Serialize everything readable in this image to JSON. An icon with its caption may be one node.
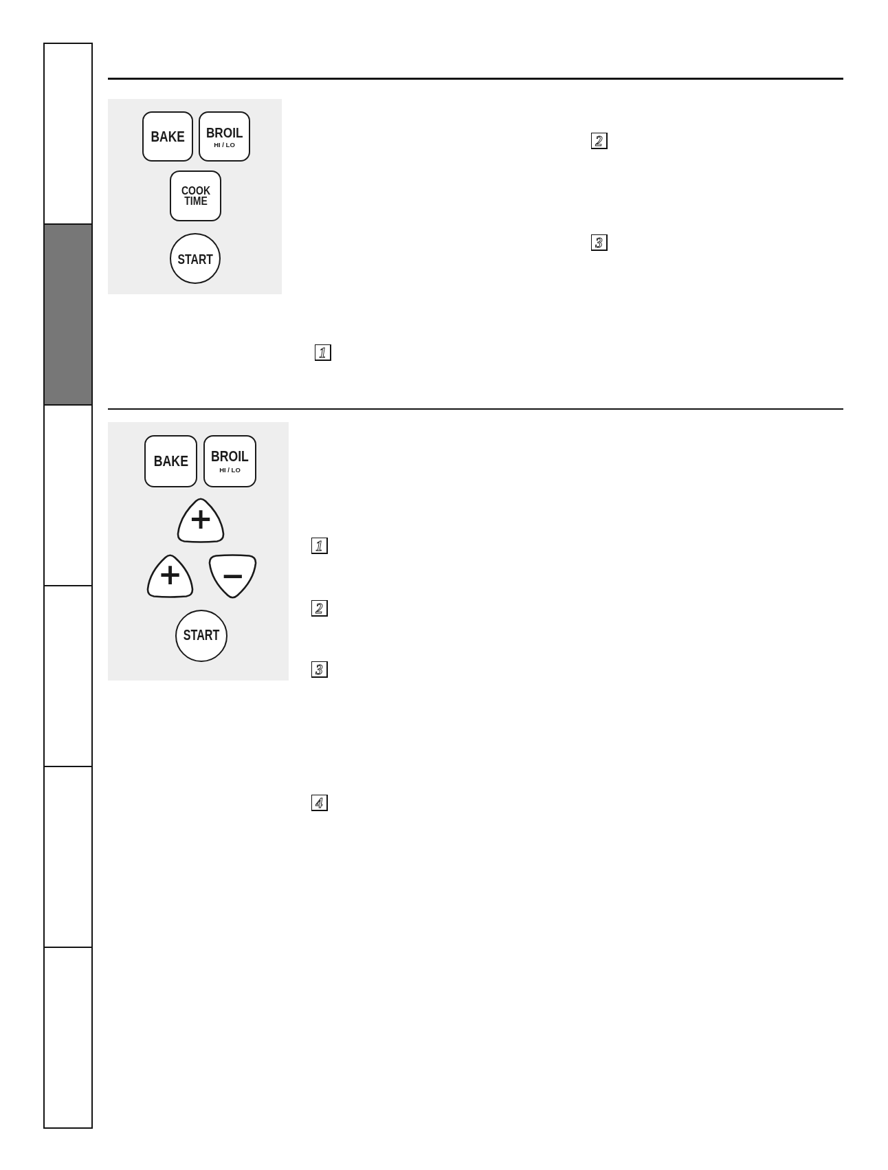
{
  "diagram": {
    "nodes": [
      {
        "text": [],
        "shape": "box"
      },
      {
        "text": [
          "BAKE"
        ],
        "in": 0
      },
      {
        "text": [
          "BROIL",
          "HI / LO"
        ],
        "in": 0
      },
      {
        "text": [
          "COOK TIME"
        ],
        "in": 0
      },
      {
        "text": [
          "START"
        ],
        "in": 0
      },
      {
        "text": [],
        "shape": "box"
      },
      {
        "text": [
          "BAKE"
        ],
        "in": 5
      },
      {
        "text": [
          "BROIL",
          "HI / LO"
        ],
        "in": 5
      },
      {
        "text": [
          "+"
        ],
        "in": 5
      },
      {
        "text": [
          "+"
        ],
        "in": 5
      },
      {
        "text": [
          "−"
        ],
        "in": 5
      },
      {
        "text": [
          "START"
        ],
        "in": 5
      }
    ],
    "labels": [
      "1",
      "2",
      "3",
      "1",
      "2",
      "3",
      "4"
    ]
  }
}
